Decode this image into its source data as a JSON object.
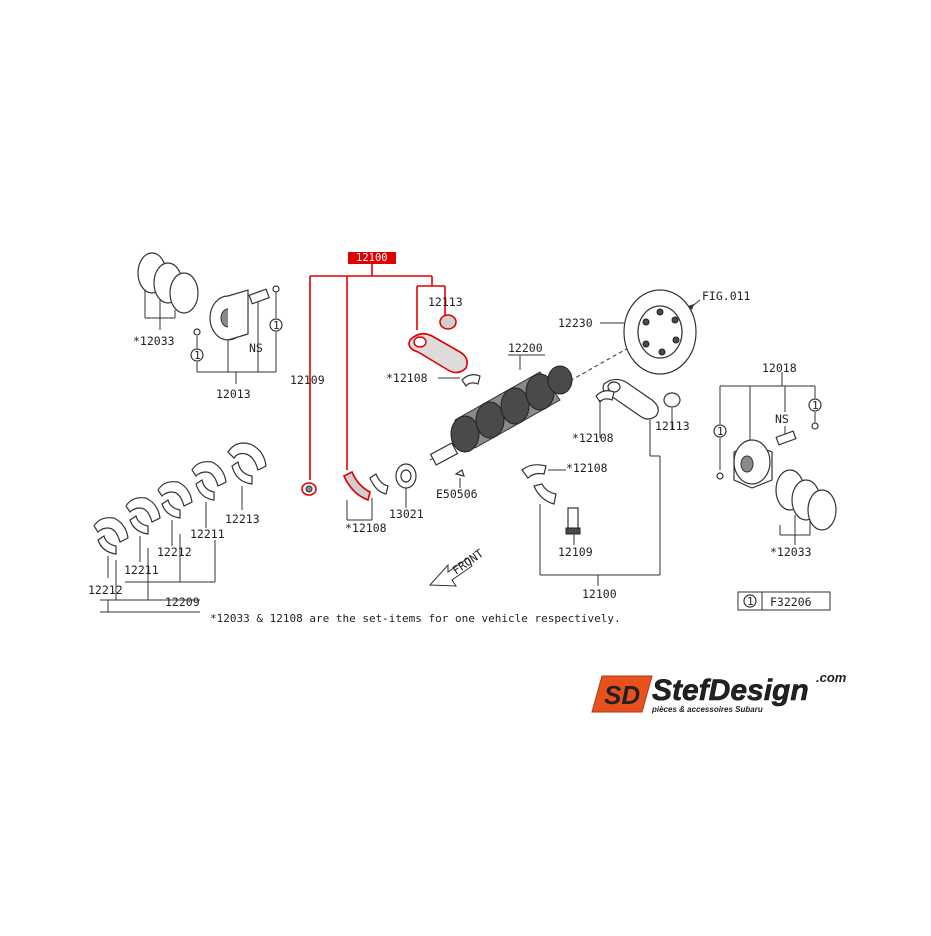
{
  "title": "",
  "highlight": {
    "label": "12100",
    "color": "#e00000"
  },
  "parts": {
    "p12033_left": "*12033",
    "p12013": "12013",
    "ns_left": "NS",
    "circle1": "1",
    "p12109_left": "12109",
    "p12113_top": "12113",
    "p12108_top": "*12108",
    "p12200": "12200",
    "p12230": "12230",
    "fig_ref": "FIG.011",
    "p12018": "12018",
    "ns_right": "NS",
    "p12108_mid": "*12108",
    "p12113_right": "12113",
    "p12108_lower": "*12108",
    "p12108_bottom": "*12108",
    "p13021": "13021",
    "pE50506": "E50506",
    "p12109_bottom": "12109",
    "p12100_bottom": "12100",
    "p12033_right": "*12033",
    "p12213": "12213",
    "p12211_a": "12211",
    "p12212_a": "12212",
    "p12211_b": "12211",
    "p12212_b": "12212",
    "p12209": "12209",
    "front": "FRONT"
  },
  "footnote": "*12033 & 12108 are the set-items for one vehicle respectively.",
  "figure_id": {
    "circle": "1",
    "code": "F32206"
  },
  "logo": {
    "name": "StefDesign",
    "suffix": ".com",
    "tagline": "pièces & accessoires Subaru",
    "mark": "SD",
    "brand_color": "#e8501e"
  }
}
